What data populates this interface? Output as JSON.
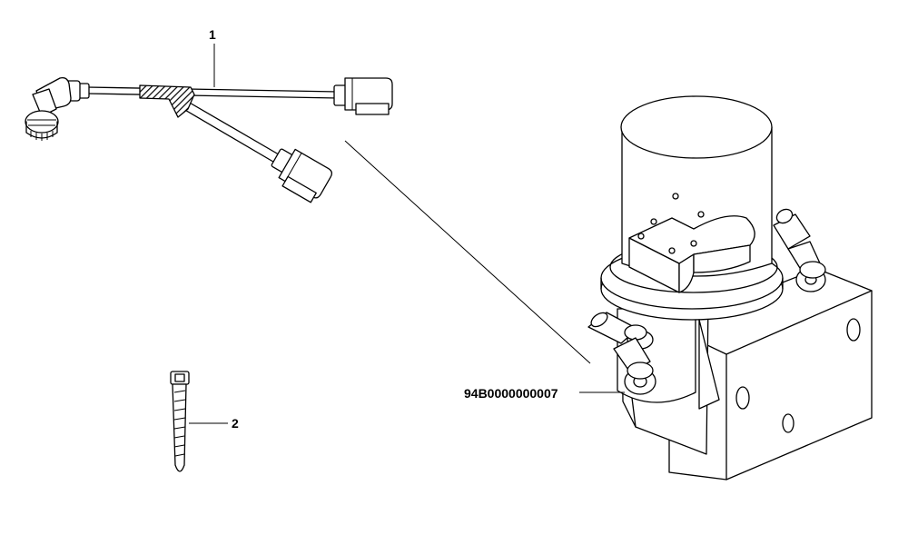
{
  "callouts": [
    {
      "id": "1",
      "text": "1"
    },
    {
      "id": "2",
      "text": "2"
    },
    {
      "id": "3",
      "text": "94B0000000007"
    }
  ],
  "parts": [
    {
      "item": "1",
      "icon": "wire-harness-icon"
    },
    {
      "item": "2",
      "icon": "cable-tie-icon"
    },
    {
      "item": "94B0000000007",
      "icon": "grease-pump-icon"
    }
  ],
  "colors": {
    "ink": "#000000",
    "background": "#ffffff"
  }
}
